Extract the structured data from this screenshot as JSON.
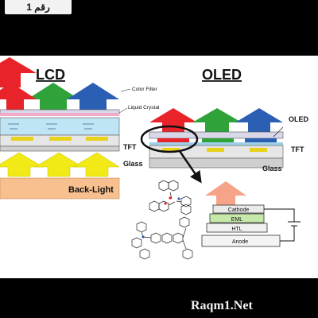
{
  "badge": {
    "text": "رقم 1"
  },
  "watermark": {
    "text": "Raqm1.Net"
  },
  "lcd": {
    "title": "LCD",
    "labels": {
      "color_filter": "Color Filter",
      "liquid_crystal": "Liquid Crystal",
      "tft": "TFT",
      "glass": "Glass",
      "backlight": "Back-Light"
    }
  },
  "oled": {
    "title": "OLED",
    "labels": {
      "oled": "OLED",
      "tft": "TFT",
      "glass": "Glass"
    }
  },
  "stack": {
    "layers": {
      "cathode": "Cathode",
      "eml": "EML",
      "htl": "HTL",
      "anode": "Anode"
    }
  },
  "colors": {
    "red": "#e8232a",
    "green": "#2fa23a",
    "blue": "#2b5fb3",
    "yellow": "#f2ea16",
    "backlight": "#f7c08e",
    "salmon": "#f5a48a",
    "eml_green": "#c6e8a8"
  }
}
